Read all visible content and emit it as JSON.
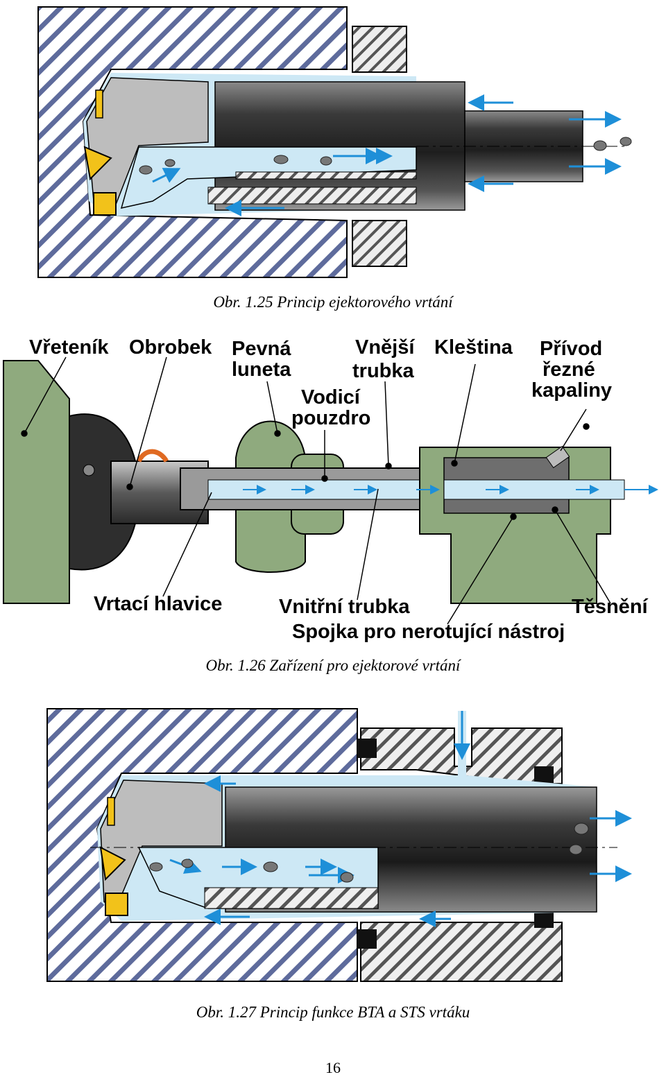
{
  "figure1": {
    "caption": "Obr. 1.25  Princip ejektorového vrtání"
  },
  "figure2": {
    "caption": "Obr. 1.26  Zařízení pro ejektorové vrtání",
    "labels": {
      "vreteník": "Vřeteník",
      "obrobek": "Obrobek",
      "pevna_1": "Pevná",
      "pevna_2": "luneta",
      "vodici_1": "Vodicí",
      "vodici_2": "pouzdro",
      "vnejsi_1": "Vnější",
      "vnejsi_2": "trubka",
      "klestina": "Kleština",
      "privod_1": "Přívod",
      "privod_2": "řezné",
      "privod_3": "kapaliny",
      "vrtaci_hlavice": "Vrtací hlavice",
      "vnitrni_trubka": "Vnitřní trubka",
      "tesneni": "Těsnění",
      "spojka": "Spojka pro nerotující nástroj"
    }
  },
  "figure3": {
    "caption": "Obr. 1.27  Princip funkce BTA a STS  vrtáku"
  },
  "page_number": "16",
  "colors": {
    "hatch_blue": "#5e6b9c",
    "coolant": "#cde8f5",
    "arrow": "#1e8fd8",
    "insert": "#f2c21a",
    "machine_green": "#8faa7e",
    "steel_dark": "#3a3a3a"
  }
}
